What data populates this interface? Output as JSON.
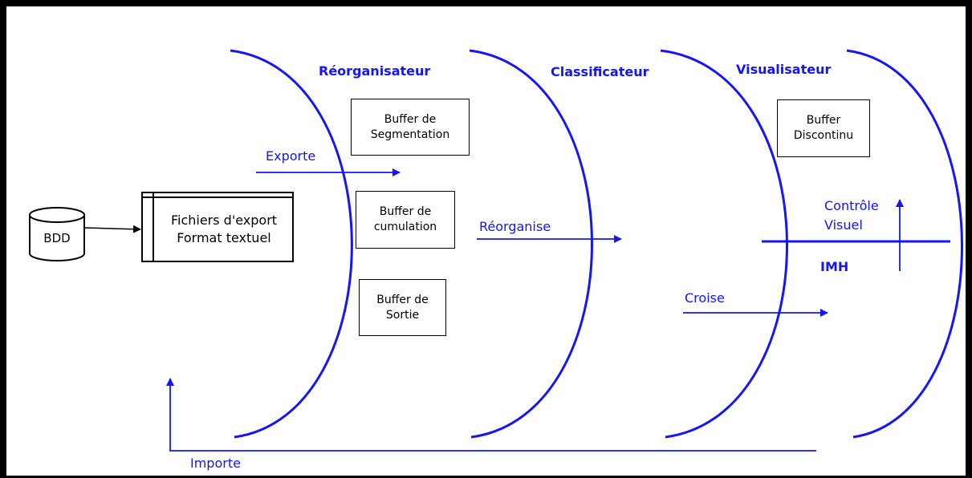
{
  "colors": {
    "accent": "#1414ff",
    "frame": "#000000",
    "background": "#ffffff"
  },
  "stages": {
    "reorganisateur": "Réorganisateur",
    "classificateur": "Classificateur",
    "visualisateur": "Visualisateur"
  },
  "database": {
    "label": "BDD"
  },
  "export_file": {
    "label": "Fichiers d'export\nFormat textuel"
  },
  "buffers": {
    "segmentation": "Buffer de\nSegmentation",
    "cumulation": "Buffer de\ncumulation",
    "sortie": "Buffer de\nSortie",
    "discontinu": "Buffer\nDiscontinu"
  },
  "flows": {
    "exporte": "Exporte",
    "reorganise": "Réorganise",
    "croise": "Croise",
    "importe": "Importe",
    "controle_visuel": "Contrôle\nVisuel",
    "imh": "IMH"
  }
}
